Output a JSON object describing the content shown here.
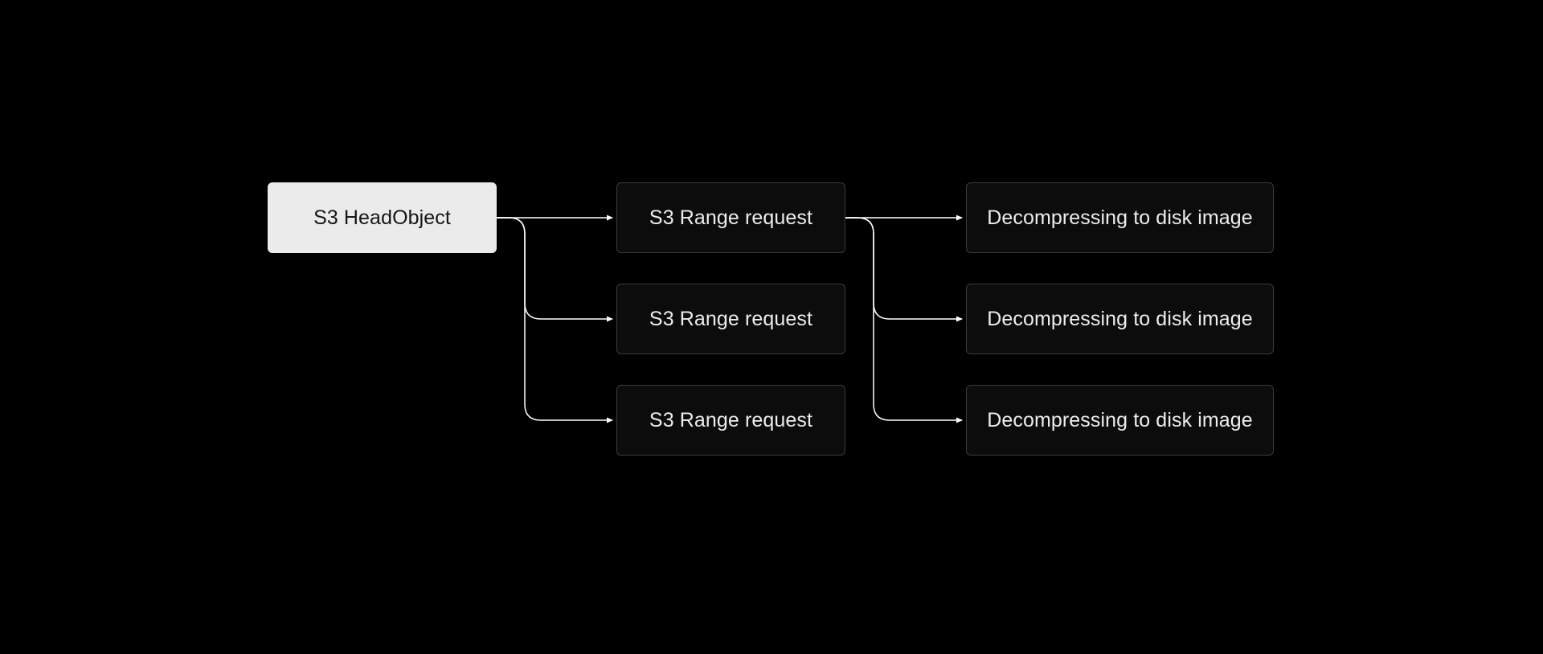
{
  "diagram": {
    "root": {
      "label": "S3 HeadObject"
    },
    "range_requests": [
      {
        "label": "S3 Range request"
      },
      {
        "label": "S3 Range request"
      },
      {
        "label": "S3 Range request"
      }
    ],
    "decompress_steps": [
      {
        "label": "Decompressing to disk image"
      },
      {
        "label": "Decompressing to disk image"
      },
      {
        "label": "Decompressing to disk image"
      }
    ]
  },
  "colors": {
    "background": "#000000",
    "primary_node_fill": "#ebebeb",
    "dark_node_fill": "#0c0c0c",
    "dark_node_border": "#3b3b3b",
    "connector": "#ffffff"
  }
}
